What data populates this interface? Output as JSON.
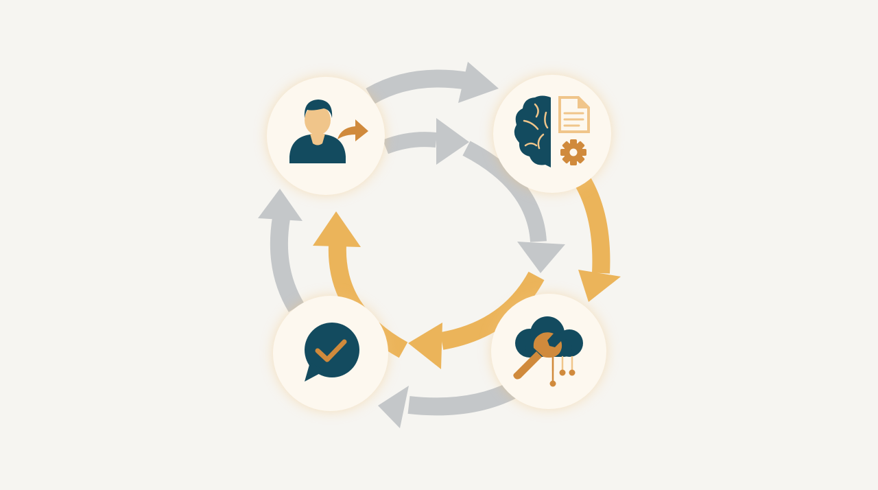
{
  "diagram": {
    "type": "cycle",
    "colors": {
      "background": "#f6f5f1",
      "node_fill": "#fdf8ef",
      "node_glow": "#f3c27a",
      "icon_dark": "#134b5f",
      "icon_accent": "#d08a3c",
      "icon_light": "#f0c58a",
      "arrow_gray": "#c4c7c9",
      "arrow_gold": "#ebb45a"
    },
    "nodes": [
      {
        "id": "user-handoff",
        "icon": "person-forward-arrow-icon"
      },
      {
        "id": "knowledge-processing",
        "icon": "brain-document-gear-icon"
      },
      {
        "id": "cloud-tools",
        "icon": "cloud-wrench-circuit-icon"
      },
      {
        "id": "confirmation",
        "icon": "chat-checkmark-icon"
      }
    ],
    "arrows": [
      {
        "from": "user-handoff",
        "to": "knowledge-processing",
        "color": "gray",
        "ring": "outer"
      },
      {
        "from": "knowledge-processing",
        "to": "cloud-tools",
        "color": "gold",
        "ring": "outer"
      },
      {
        "from": "cloud-tools",
        "to": "confirmation",
        "color": "gray",
        "ring": "outer"
      },
      {
        "from": "confirmation",
        "to": "user-handoff",
        "color": "gray",
        "ring": "outer"
      },
      {
        "from": "user-handoff",
        "to": "knowledge-processing",
        "color": "gray",
        "ring": "inner"
      },
      {
        "from": "knowledge-processing",
        "to": "cloud-tools",
        "color": "gray",
        "ring": "inner"
      },
      {
        "from": "cloud-tools",
        "to": "confirmation",
        "color": "gold",
        "ring": "inner"
      },
      {
        "from": "confirmation",
        "to": "user-handoff",
        "color": "gold",
        "ring": "inner"
      }
    ]
  }
}
